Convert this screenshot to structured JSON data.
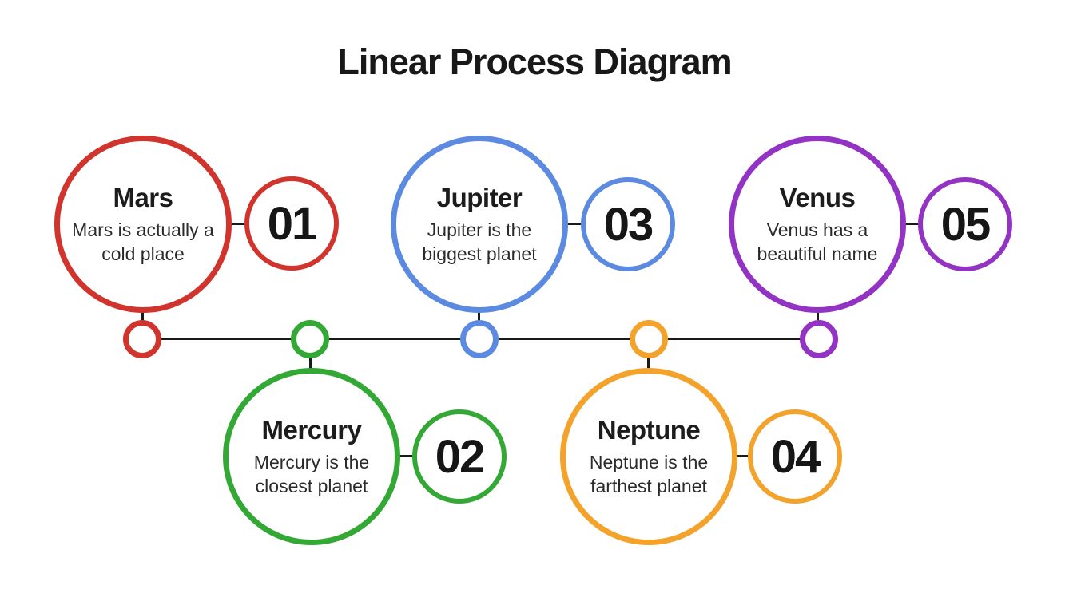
{
  "title": "Linear Process Diagram",
  "diagram": {
    "background": "#ffffff",
    "timeline_color": "#1a1a1a",
    "steps": [
      {
        "id": "mars",
        "name": "Mars",
        "description": "Mars is actually a cold place",
        "number": "01",
        "color": "#d0342c",
        "row": "top"
      },
      {
        "id": "mercury",
        "name": "Mercury",
        "description": "Mercury is the closest planet",
        "number": "02",
        "color": "#34a835",
        "row": "bottom"
      },
      {
        "id": "jupiter",
        "name": "Jupiter",
        "description": "Jupiter is the biggest planet",
        "number": "03",
        "color": "#5c8ae0",
        "row": "top"
      },
      {
        "id": "neptune",
        "name": "Neptune",
        "description": "Neptune is the farthest planet",
        "number": "04",
        "color": "#f3a32b",
        "row": "bottom"
      },
      {
        "id": "venus",
        "name": "Venus",
        "description": "Venus has a beautiful name",
        "number": "05",
        "color": "#9233c4",
        "row": "top"
      }
    ]
  }
}
